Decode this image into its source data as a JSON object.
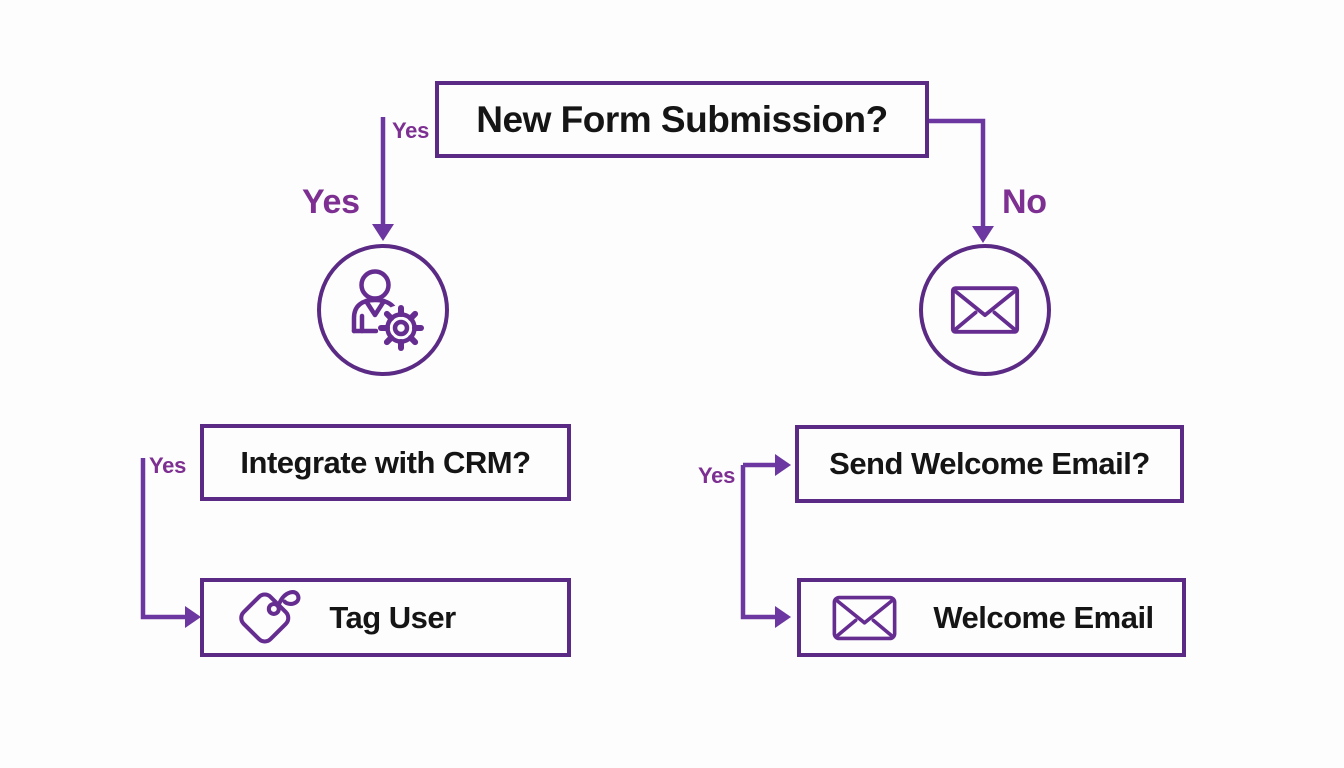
{
  "palette": {
    "border": "#5b2a85",
    "line": "#6c37a0",
    "edge_label": "#7d2f92",
    "icon": "#662d91",
    "text": "#151515",
    "background": "#fdfdfd"
  },
  "flowchart": {
    "nodes": {
      "root": {
        "label": "New Form Submission?"
      },
      "crm_question": {
        "label": "Integrate with CRM?"
      },
      "tag_user": {
        "label": "Tag User",
        "icon": "tag-icon"
      },
      "send_email_question": {
        "label": "Send Welcome Email?"
      },
      "welcome_email": {
        "label": "Welcome Email",
        "icon": "envelope-icon"
      },
      "left_action_circle": {
        "icon": "user-gear-icon"
      },
      "right_action_circle": {
        "icon": "envelope-icon"
      }
    },
    "edge_labels": {
      "root_yes_small": "Yes",
      "root_yes_big": "Yes",
      "root_no": "No",
      "crm_yes": "Yes",
      "send_yes": "Yes"
    }
  }
}
